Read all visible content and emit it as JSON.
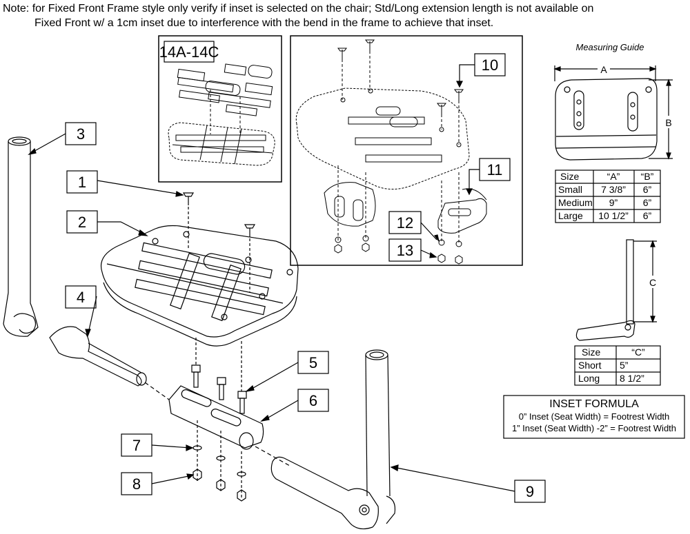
{
  "note": {
    "line1": "Note: for Fixed Front Frame style only verify if inset is selected on the chair; Std/Long extension length is not available on",
    "line2": "Fixed Front w/ a 1cm inset due to interference with the bend in the frame to achieve that inset."
  },
  "callouts": {
    "c1": "1",
    "c2": "2",
    "c3": "3",
    "c4": "4",
    "c5": "5",
    "c6": "6",
    "c7": "7",
    "c8": "8",
    "c9": "9",
    "c10": "10",
    "c11": "11",
    "c12": "12",
    "c13": "13",
    "c14": "14A-14C"
  },
  "measuring_guide": {
    "title": "Measuring Guide",
    "dim_a": "A",
    "dim_b": "B",
    "dim_c": "C"
  },
  "footplate_table": {
    "headers": [
      "Size",
      "“A”",
      "“B”"
    ],
    "rows": [
      [
        "Small",
        "7 3/8”",
        "6”"
      ],
      [
        "Medium",
        "9”",
        "6”"
      ],
      [
        "Large",
        "10 1/2”",
        "6”"
      ]
    ]
  },
  "extension_table": {
    "headers": [
      "Size",
      "“C”"
    ],
    "rows": [
      [
        "Short",
        "5”"
      ],
      [
        "Long",
        "8 1/2”"
      ]
    ]
  },
  "inset_formula": {
    "title": "INSET FORMULA",
    "line1": "0” Inset (Seat Width) = Footrest Width",
    "line2": "1” Inset (Seat Width) -2” = Footrest Width"
  }
}
